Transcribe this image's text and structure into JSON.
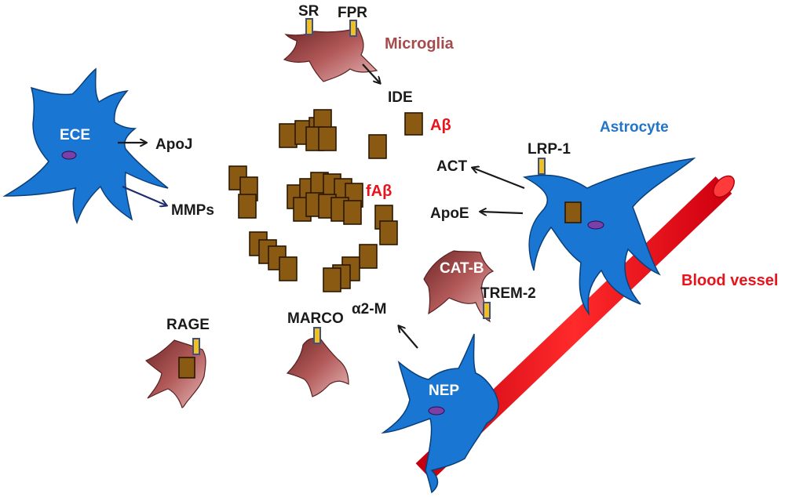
{
  "labels": {
    "sr": "SR",
    "fpr": "FPR",
    "microglia": "Microglia",
    "ide": "IDE",
    "abeta": "Aβ",
    "astrocyte": "Astrocyte",
    "ece": "ECE",
    "apoj": "ApoJ",
    "lrp1": "LRP-1",
    "act": "ACT",
    "fabeta": "fAβ",
    "mmps": "MMPs",
    "apoe": "ApoE",
    "catb": "CAT-B",
    "trem2": "TREM-2",
    "blood_vessel": "Blood vessel",
    "rage": "RAGE",
    "marco": "MARCO",
    "a2m": "α2-M",
    "nep": "NEP"
  },
  "colors": {
    "cell_blue": "#1976d2",
    "microglia": "#a04a4a",
    "fibril": "#8b5a12",
    "blood_vessel": "#e8141b",
    "label_red": "#e8141b",
    "label_blue": "#2275c7"
  }
}
